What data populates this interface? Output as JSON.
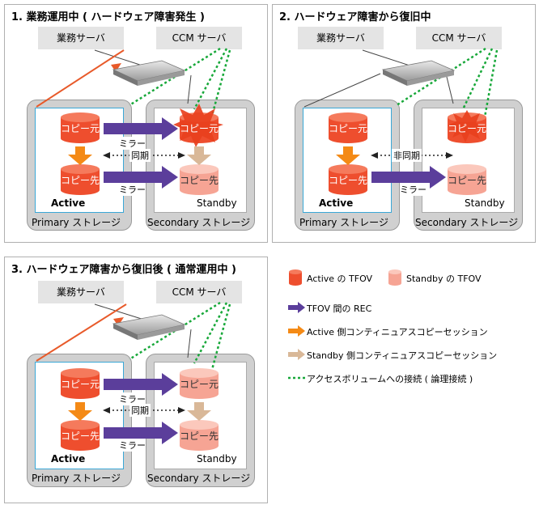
{
  "panels": [
    {
      "title": "1. 業務運用中 ( ハードウェア障害発生 )",
      "sync": "同期"
    },
    {
      "title": "2. ハードウェア障害から復旧中",
      "sync": "非同期"
    },
    {
      "title": "3. ハードウェア障害から復旧後 ( 通常運用中 )",
      "sync": "同期"
    }
  ],
  "labels": {
    "business_server": "業務サーバ",
    "ccm_server": "CCM サーバ",
    "copy_source": "コピー元",
    "copy_dest": "コピー先",
    "mirror": "ミラー",
    "active": "Active",
    "standby": "Standby",
    "primary_storage": "Primary ストレージ",
    "secondary_storage": "Secondary ストレージ"
  },
  "legend": {
    "active_tfov": "Active の TFOV",
    "standby_tfov": "Standby の TFOV",
    "rec": "TFOV 間の REC",
    "active_session": "Active 側コンティニュアスコピーセッション",
    "standby_session": "Standby 側コンティニュアスコピーセッション",
    "access": "アクセスボリュームへの接続 ( 論理接続 )"
  },
  "colors": {
    "active": "#ee4e2e",
    "standby": "#f6a494",
    "rec_arrow": "#5b3e9b",
    "active_session": "#f48a16",
    "standby_session": "#d9b898",
    "access_line": "#18a83a",
    "server_line": "#e85a2a",
    "burst": "#e8401e"
  }
}
